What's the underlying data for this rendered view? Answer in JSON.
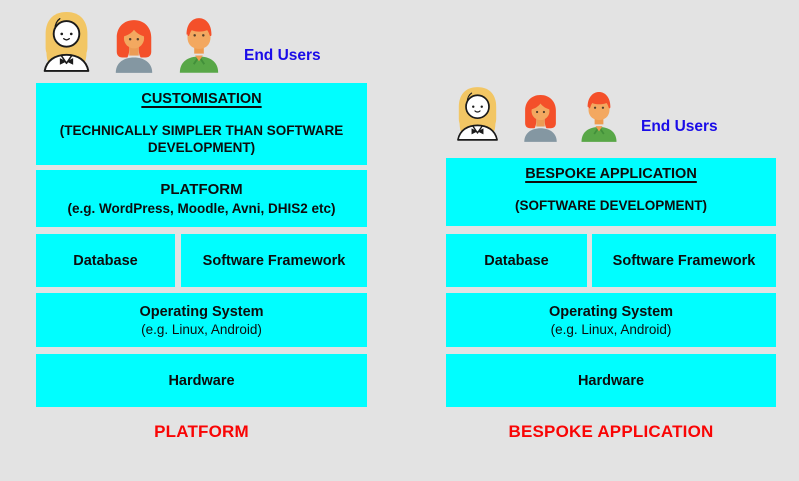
{
  "colors": {
    "background": "#e3e3e3",
    "box_fill": "#00feff",
    "box_text": "#0d0d0d",
    "end_users_text": "#1a0ce8",
    "footer_text": "#f90505"
  },
  "icons": {
    "left_group": [
      "woman-professional-icon",
      "woman-icon",
      "man-icon"
    ],
    "right_group": [
      "woman-professional-icon",
      "woman-icon",
      "man-icon"
    ]
  },
  "left": {
    "end_users": "End Users",
    "top_box": {
      "title": "CUSTOMISATION",
      "subtitle": "(TECHNICALLY SIMPLER THAN SOFTWARE DEVELOPMENT)"
    },
    "platform_box": {
      "title": "PLATFORM",
      "subtitle": "(e.g. WordPress, Moodle, Avni, DHIS2 etc)"
    },
    "database_label": "Database",
    "software_framework_label": "Software Framework",
    "os_box": {
      "title": "Operating System",
      "subtitle": "(e.g. Linux, Android)"
    },
    "hardware_label": "Hardware",
    "footer_label": "PLATFORM"
  },
  "right": {
    "end_users": "End Users",
    "top_box": {
      "title": "BESPOKE APPLICATION",
      "subtitle": "(SOFTWARE DEVELOPMENT)"
    },
    "database_label": "Database",
    "software_framework_label": "Software Framework",
    "os_box": {
      "title": "Operating System",
      "subtitle": "(e.g. Linux, Android)"
    },
    "hardware_label": "Hardware",
    "footer_label": "BESPOKE APPLICATION"
  }
}
